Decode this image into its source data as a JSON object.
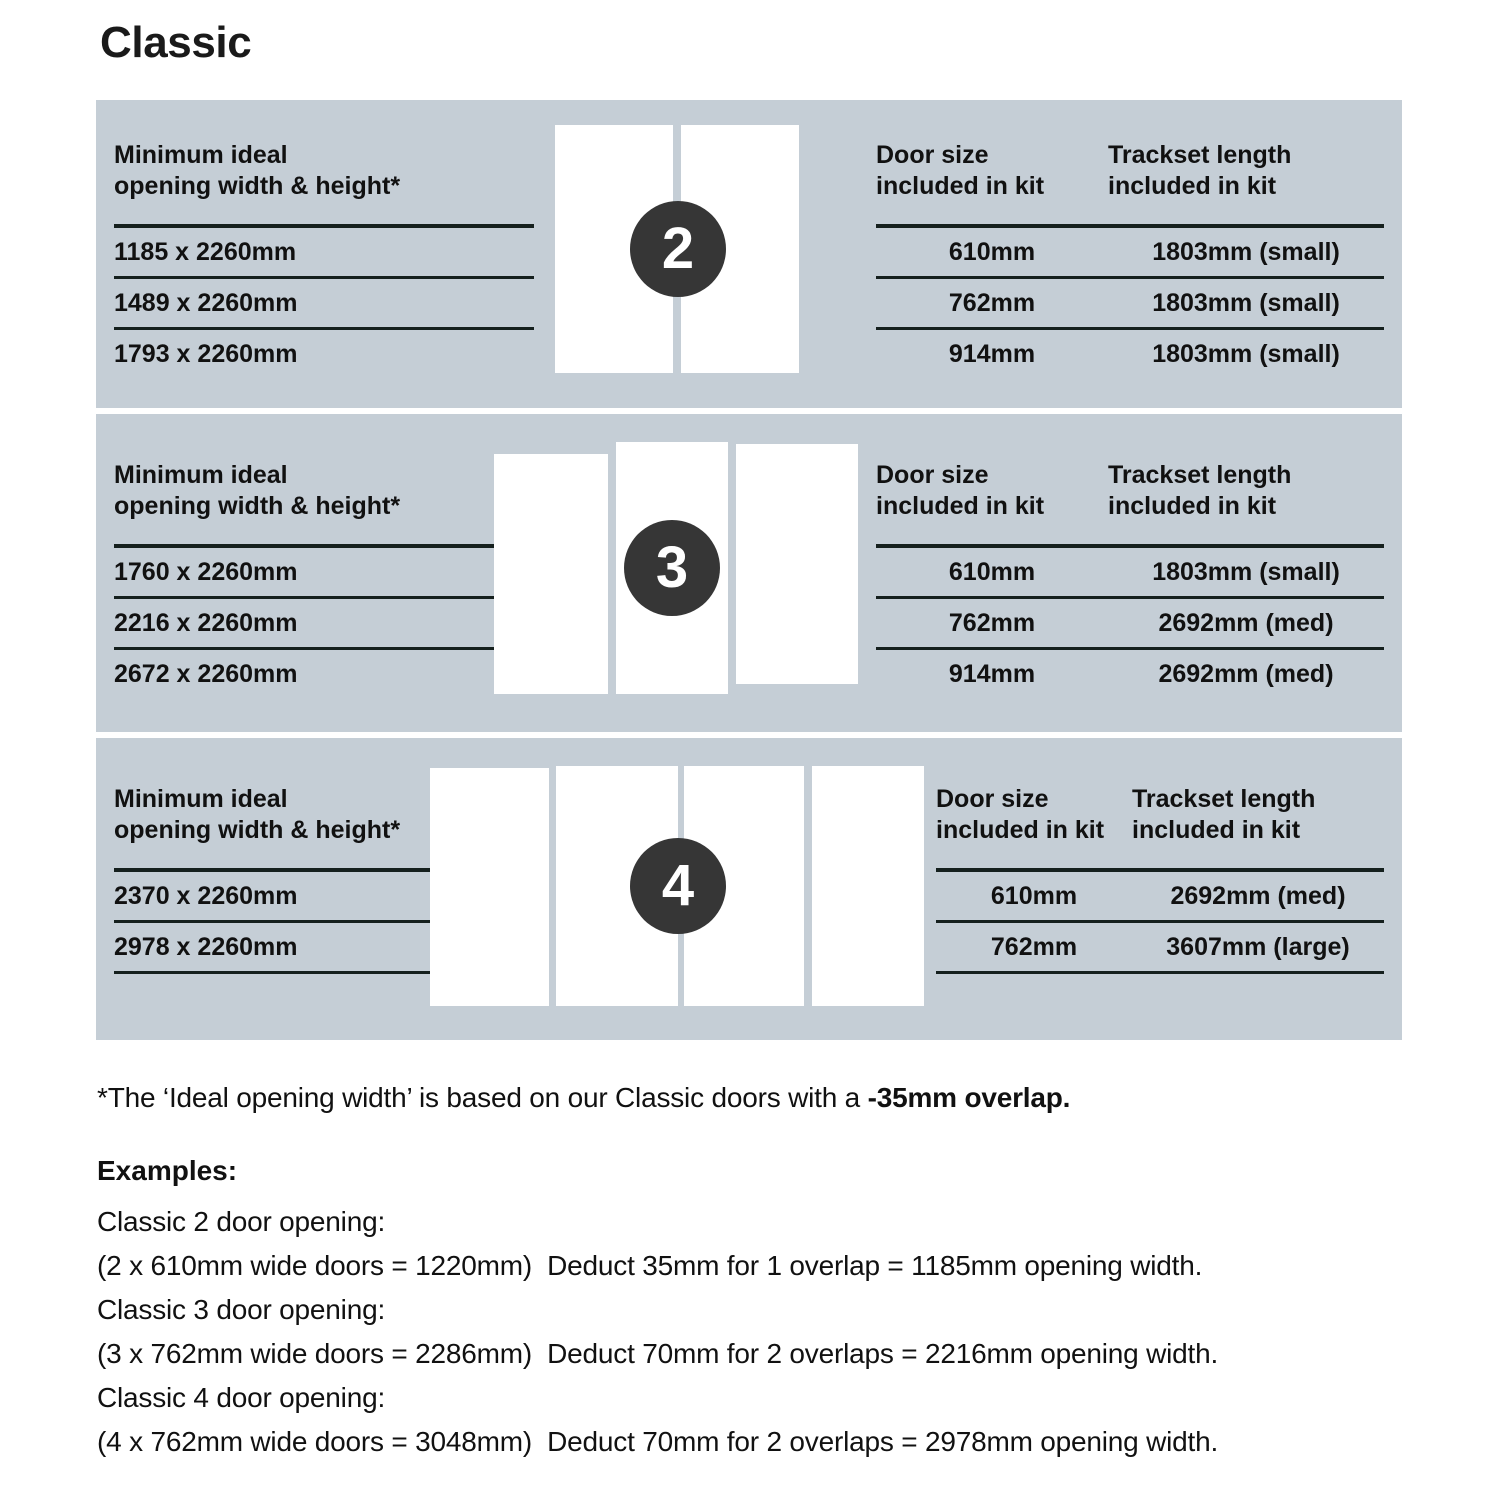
{
  "page": {
    "title": "Classic",
    "background_color": "#ffffff",
    "panel_color": "#c5ced6",
    "badge_color": "#363636",
    "door_color": "#ffffff",
    "rule_color": "#15201e"
  },
  "columns": {
    "opening_header": "Minimum ideal\nopening width & height*",
    "door_size_header": "Door size\nincluded in kit",
    "trackset_header": "Trackset length\nincluded in kit"
  },
  "sections": [
    {
      "id": "two-door",
      "badge": "2",
      "door_count": 2,
      "openings": [
        "1185 x 2260mm",
        "1489 x 2260mm",
        "1793 x 2260mm"
      ],
      "rows": [
        {
          "door_size": "610mm",
          "trackset": "1803mm (small)"
        },
        {
          "door_size": "762mm",
          "trackset": "1803mm (small)"
        },
        {
          "door_size": "914mm",
          "trackset": "1803mm (small)"
        }
      ]
    },
    {
      "id": "three-door",
      "badge": "3",
      "door_count": 3,
      "openings": [
        "1760 x 2260mm",
        "2216 x 2260mm",
        "2672 x 2260mm"
      ],
      "rows": [
        {
          "door_size": "610mm",
          "trackset": "1803mm (small)"
        },
        {
          "door_size": "762mm",
          "trackset": "2692mm (med)"
        },
        {
          "door_size": "914mm",
          "trackset": "2692mm (med)"
        }
      ]
    },
    {
      "id": "four-door",
      "badge": "4",
      "door_count": 4,
      "openings": [
        "2370 x 2260mm",
        "2978 x 2260mm"
      ],
      "rows": [
        {
          "door_size": "610mm",
          "trackset": "2692mm (med)"
        },
        {
          "door_size": "762mm",
          "trackset": "3607mm (large)"
        }
      ]
    }
  ],
  "footnote": {
    "plain_prefix": "*The ‘Ideal opening width’ is based on our Classic doors with a ",
    "bold_suffix": "-35mm overlap."
  },
  "examples": {
    "heading": "Examples:",
    "lines": [
      "Classic 2 door opening:",
      "(2 x 610mm wide doors = 1220mm)  Deduct 35mm for 1 overlap = 1185mm opening width.",
      "Classic 3 door opening:",
      "(3 x 762mm wide doors = 2286mm)  Deduct 70mm for 2 overlaps = 2216mm opening width.",
      "Classic 4 door opening:",
      "(4 x 762mm wide doors = 3048mm)  Deduct 70mm for 2 overlaps = 2978mm opening width."
    ]
  }
}
